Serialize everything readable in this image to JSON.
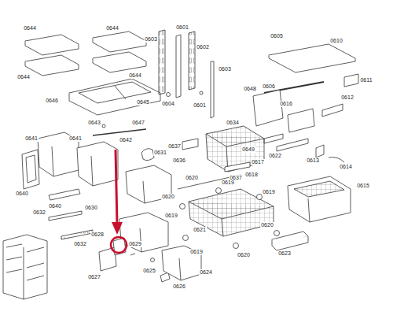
{
  "diagram": {
    "labels": [
      "0644",
      "0644",
      "0644",
      "0644",
      "0646",
      "0645",
      "0603",
      "0601",
      "0602",
      "0603",
      "0604",
      "0601",
      "0605",
      "0610",
      "0606",
      "0611",
      "0612",
      "0648",
      "0616",
      "0643",
      "0642",
      "0647",
      "0641",
      "0641",
      "0640",
      "0640",
      "0631",
      "0636",
      "0634",
      "0637",
      "0649",
      "0622",
      "0617",
      "0613",
      "0614",
      "0637",
      "0618",
      "0615",
      "0620",
      "0619",
      "0619",
      "0620",
      "0619",
      "0632",
      "0630",
      "0621",
      "0619",
      "0620",
      "0620",
      "0623",
      "0628",
      "0629",
      "0632",
      "0627",
      "0625",
      "0626",
      "0624"
    ]
  }
}
